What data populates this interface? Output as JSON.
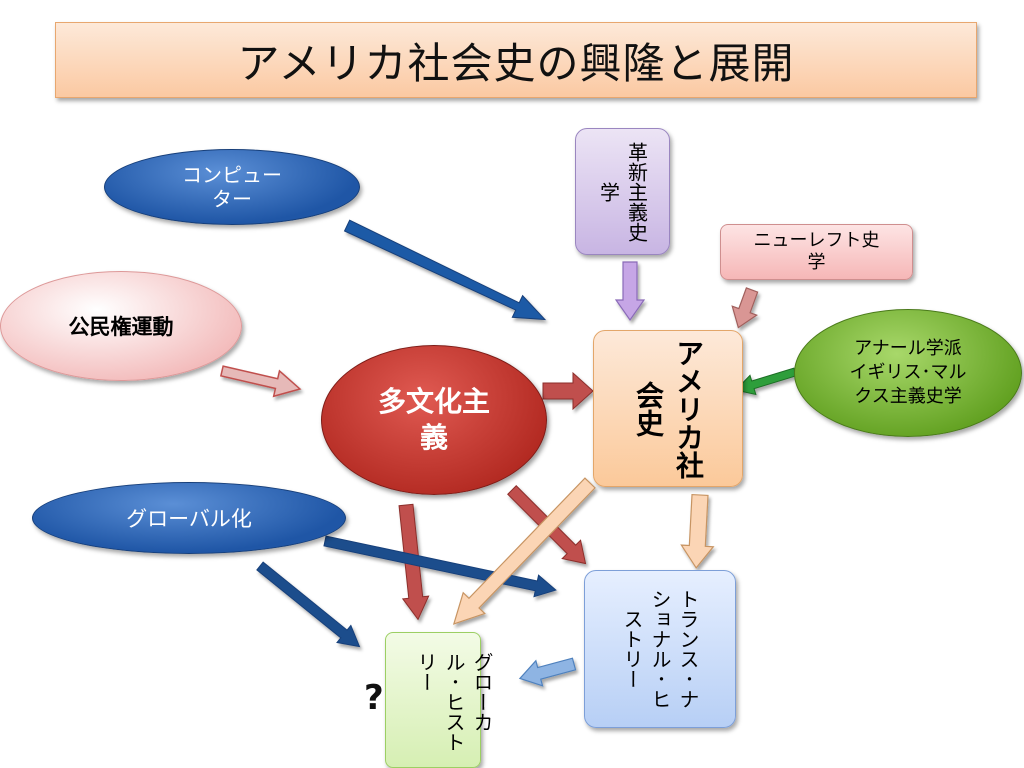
{
  "title": "アメリカ社会史の興隆と展開",
  "nodes": {
    "computer": "コンピュー\nター",
    "civil_rights": "公民権運動",
    "multiculturalism": "多文化主\n義",
    "globalization": "グローバル化",
    "revolutionary_history": "革新主義史学",
    "new_left": "ニューレフト史\n学",
    "american_social_history": "アメリカ社会史",
    "annales": "アナール学派\nイギリス･マル\nクス主義史学",
    "transnational": "トランス･ナショナル･ヒストリー",
    "glocal": "グローカル･ヒストリー",
    "question": "?"
  },
  "colors": {
    "blue_arrow": "#1f5aa6",
    "red_arrow": "#c0504d",
    "pink_arrow": "#d99694",
    "purple_arrow": "#b3a2c7",
    "green_arrow": "#2e9e3a",
    "peach_arrow": "#fbd5b5",
    "light_blue_arrow": "#8eb4e3"
  }
}
